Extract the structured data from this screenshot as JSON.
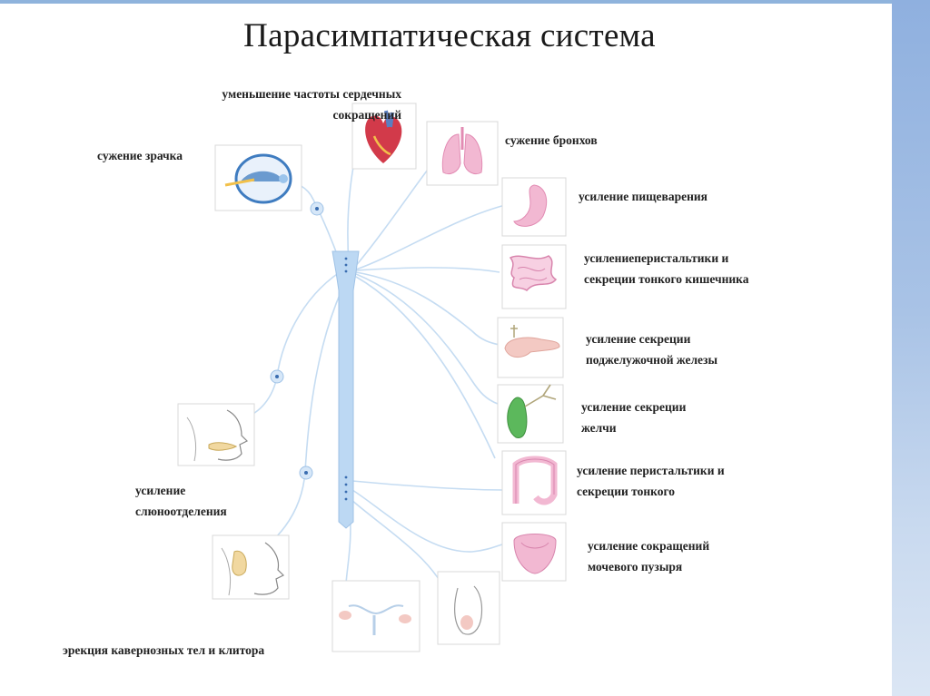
{
  "title": "Парасимпатическая система",
  "effects": {
    "heart": "уменьшение частоты сердечных\nсокращений",
    "eye": "сужение зрачка",
    "lungs": "сужение бронхов",
    "stomach": "усиление пищеварения",
    "small_intestine": "усилениеперистальтики и\nсекреции тонкого кишечника",
    "pancreas": "усиление секреции\nподжелужочной железы",
    "gallbladder": "усиление секреции\nжелчи",
    "colon": "усиление перистальтики и\nсекреции тонкого",
    "bladder": "усиление сокращений\nмочевого пузыря",
    "salivation": "усиление\nслюноотделения",
    "genitals": "эрекция кавернозных тел и клитора"
  },
  "colors": {
    "spinal_cord": "#bcd8f3",
    "nerve": "#c5dcf2",
    "organ_pink": "#f2b8d2",
    "heart_red": "#d23a4a",
    "gallbladder_green": "#5cb85c",
    "eye_blue": "#3f7cc0",
    "accent_strip": "#8fb3dc"
  }
}
